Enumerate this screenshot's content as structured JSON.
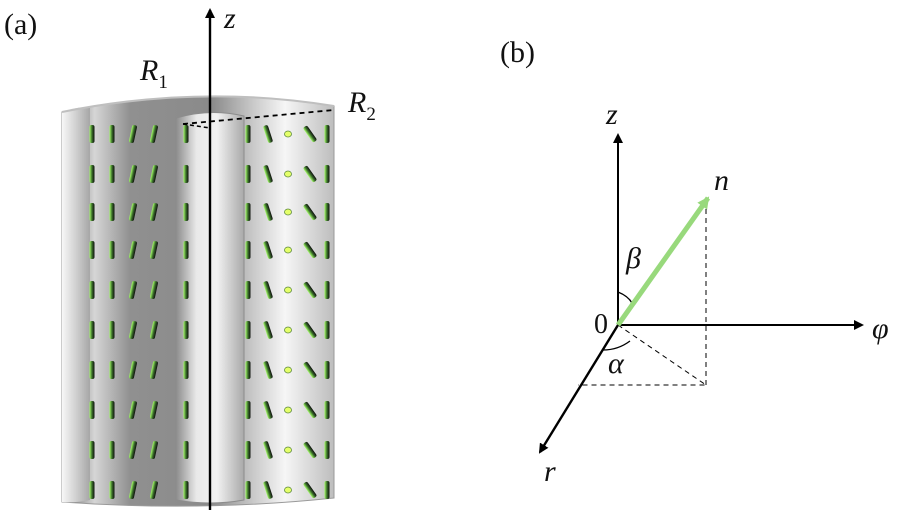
{
  "panel_a": {
    "tag": "(a)",
    "axis": "z",
    "r1": {
      "main": "R",
      "sub": "1"
    },
    "r2": {
      "main": "R",
      "sub": "2"
    }
  },
  "panel_b": {
    "tag": "(b)",
    "axes": {
      "z": "z",
      "phi": "φ",
      "r": "r"
    },
    "origin": "0",
    "vector": "n",
    "angle_polar": "β",
    "angle_azimuth": "α"
  },
  "colors": {
    "director": "#98d97c",
    "director_glow": "#e5ff6a",
    "director_dark": "#1b1b1b",
    "tube_light": "#f4f4f4",
    "tube_mid": "#cfcfcf",
    "tube_dark": "#7b7b7b",
    "axis": "#000000"
  }
}
